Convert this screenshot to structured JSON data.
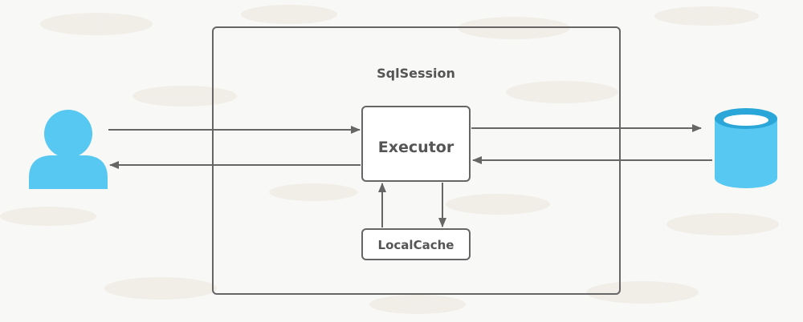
{
  "diagram": {
    "container_label": "SqlSession",
    "executor_label": "Executor",
    "cache_label": "LocalCache",
    "nodes": {
      "user": {
        "icon": "user-icon"
      },
      "database": {
        "icon": "database-icon"
      }
    },
    "colors": {
      "icon": "#56c8f2",
      "icon_dark": "#2aa7d8",
      "box_stroke": "#666666",
      "arrow": "#666666",
      "text": "#555555",
      "background": "#f8f8f6",
      "watermark": "#e8e3d8"
    }
  }
}
